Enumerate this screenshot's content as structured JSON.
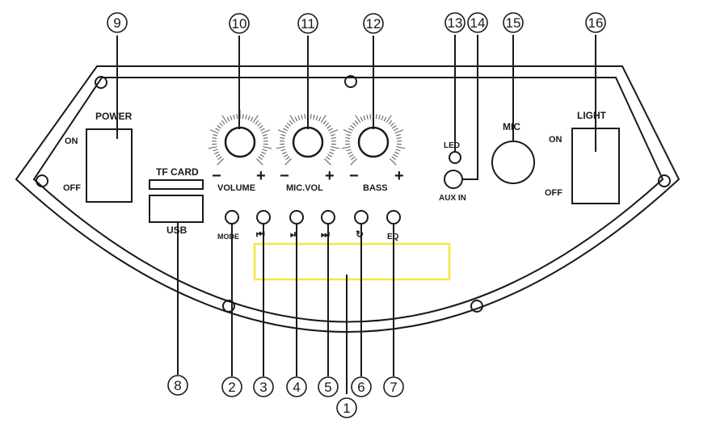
{
  "labels": {
    "power": "POWER",
    "power_on": "ON",
    "power_off": "OFF",
    "tf_card": "TF CARD",
    "usb": "USB",
    "volume": "VOLUME",
    "mic_vol": "MIC.VOL",
    "bass": "BASS",
    "minus": "−",
    "plus": "+",
    "led": "LED",
    "aux_in": "AUX IN",
    "mic": "MIC",
    "light": "LIGHT",
    "light_on": "ON",
    "light_off": "OFF",
    "mode": "MODE",
    "prev_glyph": "⏮",
    "play_glyph": "⏯",
    "next_glyph": "⏭",
    "repeat_glyph": "↻",
    "eq": "EQ"
  },
  "callouts": [
    "1",
    "2",
    "3",
    "4",
    "5",
    "6",
    "7",
    "8",
    "9",
    "10",
    "11",
    "12",
    "13",
    "14",
    "15",
    "16"
  ],
  "colors": {
    "ink": "#1a1a1a",
    "display_outline": "#f5e642"
  },
  "icons": {
    "prev": "previous-track-icon",
    "play": "play-pause-icon",
    "next": "next-track-icon",
    "repeat": "repeat-icon"
  }
}
